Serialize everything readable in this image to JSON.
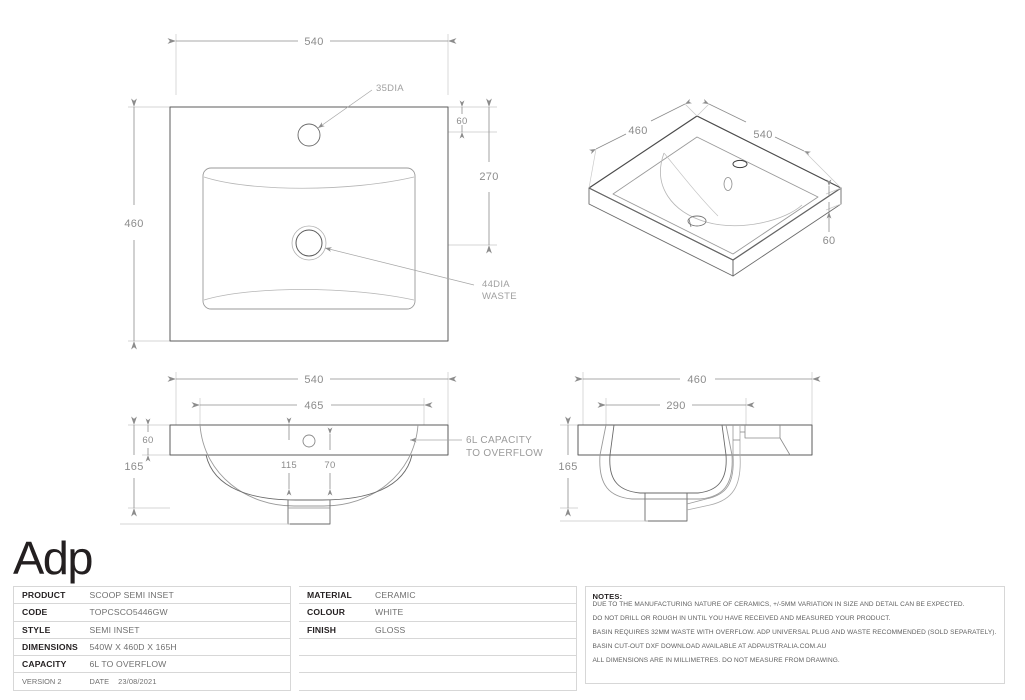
{
  "document": {
    "kind": "technical-drawing",
    "brand_logo": "Adp"
  },
  "views": {
    "plan": {
      "name": "plan-view",
      "dimensions": {
        "width": "540",
        "depth": "460",
        "tap_hole_offset": "60",
        "waste_offset": "270"
      },
      "callouts": {
        "tap_hole": "35DIA",
        "waste_line1": "44DIA",
        "waste_line2": "WASTE"
      }
    },
    "isometric": {
      "name": "isometric-view",
      "dimensions": {
        "depth": "460",
        "width": "540",
        "thickness": "60"
      }
    },
    "front_elevation": {
      "name": "front-elevation-view",
      "dimensions": {
        "overall_width": "540",
        "bowl_width": "465",
        "rim_height": "60",
        "overall_height": "165",
        "waste_left": "115",
        "waste_right": "70"
      },
      "callouts": {
        "capacity_line1": "6L CAPACITY",
        "capacity_line2": "TO OVERFLOW"
      }
    },
    "side_elevation": {
      "name": "side-elevation-view",
      "dimensions": {
        "overall_depth": "460",
        "bowl_depth": "290",
        "overall_height": "165"
      }
    }
  },
  "spec_left": [
    {
      "key": "PRODUCT",
      "value": "SCOOP SEMI INSET"
    },
    {
      "key": "CODE",
      "value": "TOPCSCO5446GW"
    },
    {
      "key": "STYLE",
      "value": "SEMI INSET"
    },
    {
      "key": "DIMENSIONS",
      "value": "540W X 460D X 165H"
    },
    {
      "key": "CAPACITY",
      "value": "6L  TO OVERFLOW"
    }
  ],
  "spec_footer": {
    "version": "VERSION 2",
    "date_label": "DATE",
    "date_value": "23/08/2021"
  },
  "spec_right": [
    {
      "key": "MATERIAL",
      "value": "CERAMIC"
    },
    {
      "key": "COLOUR",
      "value": "WHITE"
    },
    {
      "key": "FINISH",
      "value": "GLOSS"
    }
  ],
  "notes": {
    "title": "NOTES:",
    "lines": [
      "DUE TO THE MANUFACTURING NATURE OF CERAMICS, +/-5MM VARIATION IN SIZE AND DETAIL CAN BE EXPECTED.",
      "DO NOT DRILL OR ROUGH IN UNTIL YOU HAVE RECEIVED AND MEASURED YOUR PRODUCT.",
      "BASIN REQUIRES 32MM WASTE WITH OVERFLOW. ADP UNIVERSAL PLUG AND WASTE RECOMMENDED (SOLD SEPARATELY).",
      "BASIN CUT-OUT DXF DOWNLOAD AVAILABLE AT ADPAUSTRALIA.COM.AU",
      "ALL DIMENSIONS ARE IN MILLIMETRES. DO NOT MEASURE FROM DRAWING."
    ]
  },
  "colors": {
    "ink": "#231f20",
    "line": "#555555",
    "dim": "#8c8c8c",
    "rule": "#d7d7d7",
    "background": "#ffffff"
  }
}
